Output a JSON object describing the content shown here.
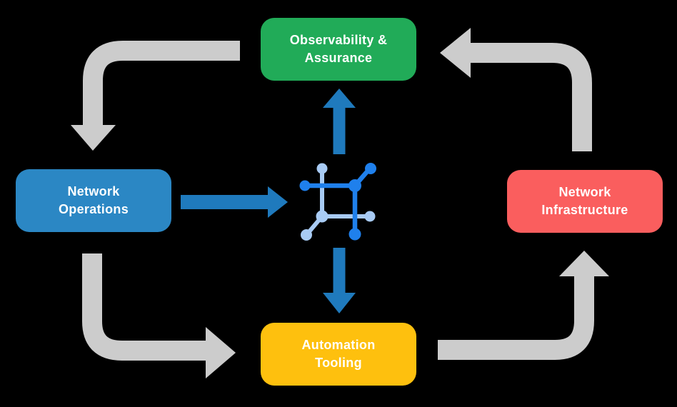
{
  "diagram": {
    "nodes": {
      "observability": {
        "line1": "Observability &",
        "line2": "Assurance",
        "color": "#21AB58"
      },
      "operations": {
        "line1": "Network",
        "line2": "Operations",
        "color": "#2B87C4"
      },
      "infrastructure": {
        "line1": "Network",
        "line2": "Infrastructure",
        "color": "#FA5E5E"
      },
      "automation": {
        "line1": "Automation",
        "line2": "Tooling",
        "color": "#FEC00E"
      }
    },
    "arrows": [
      {
        "from": "observability",
        "to": "operations",
        "style": "loop"
      },
      {
        "from": "operations",
        "to": "automation",
        "style": "loop"
      },
      {
        "from": "automation",
        "to": "infrastructure",
        "style": "loop"
      },
      {
        "from": "infrastructure",
        "to": "observability",
        "style": "loop"
      },
      {
        "from": "operations",
        "to": "center-icon",
        "style": "direct"
      },
      {
        "from": "center-icon",
        "to": "observability",
        "style": "direct"
      },
      {
        "from": "center-icon",
        "to": "automation",
        "style": "direct"
      }
    ],
    "icons": {
      "center": "network-fabric-icon"
    },
    "colors": {
      "loop_arrow": "#CCCCCC",
      "direct_arrow": "#1F7ABD",
      "icon_dark": "#1F80EC",
      "icon_light": "#A8CBF4",
      "text": "#FFFFFF",
      "background": "#000000"
    }
  }
}
